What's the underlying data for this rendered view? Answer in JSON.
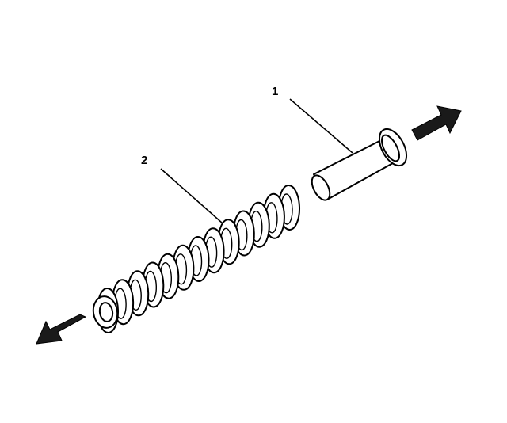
{
  "callouts": [
    {
      "number": "1",
      "part": "pin"
    },
    {
      "number": "2",
      "part": "spring"
    }
  ],
  "colors": {
    "line": "#000000",
    "fill": "#ffffff",
    "arrow": "#1a1a1a"
  },
  "icons": {
    "arrow_right": "arrow-right-up-icon",
    "arrow_left": "arrow-left-down-icon"
  }
}
